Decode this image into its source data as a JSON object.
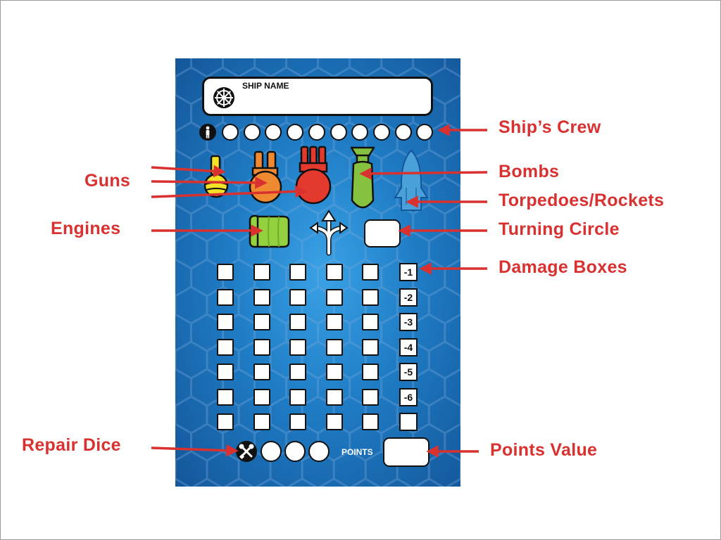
{
  "card": {
    "ship_name_label": "SHIP NAME",
    "points_label": "POINTS",
    "crew_slots": 10,
    "repair_dice_slots": 3,
    "damage_labels": [
      "-1",
      "-2",
      "-3",
      "-4",
      "-5",
      "-6"
    ],
    "damage_columns": 5,
    "damage_rows": 7,
    "weapons": [
      {
        "name": "gun-small",
        "color": "#f2e227"
      },
      {
        "name": "gun-medium",
        "color": "#ef8a32"
      },
      {
        "name": "gun-large",
        "color": "#e43a2e"
      },
      {
        "name": "bomb",
        "color": "#86c23f"
      },
      {
        "name": "torpedo-rocket",
        "color": "#4aa1da"
      }
    ],
    "engine_color": "#93d23e",
    "background_color": "#1f7cc4"
  },
  "callouts": {
    "crew": "Ship’s Crew",
    "guns": "Guns",
    "bombs": "Bombs",
    "torpedoes": "Torpedoes/Rockets",
    "engines": "Engines",
    "turning": "Turning Circle",
    "damage": "Damage Boxes",
    "repair": "Repair Dice",
    "points": "Points Value"
  },
  "annotation_color": "#d8312f"
}
